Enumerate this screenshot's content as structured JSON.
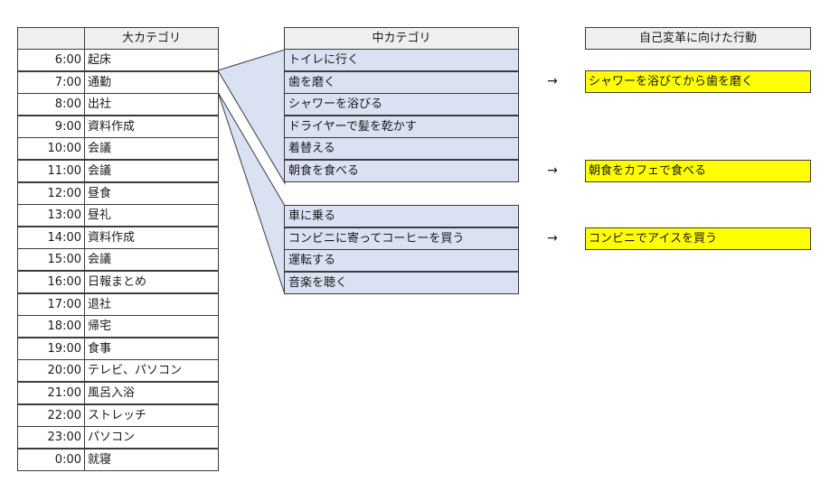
{
  "headers": {
    "major": "大カテゴリ",
    "middle": "中カテゴリ",
    "action": "自己変革に向けた行動"
  },
  "schedule": [
    {
      "time": "6:00",
      "activity": "起床"
    },
    {
      "time": "7:00",
      "activity": "通勤"
    },
    {
      "time": "8:00",
      "activity": "出社"
    },
    {
      "time": "9:00",
      "activity": "資料作成"
    },
    {
      "time": "10:00",
      "activity": "会議"
    },
    {
      "time": "11:00",
      "activity": "会議"
    },
    {
      "time": "12:00",
      "activity": "昼食"
    },
    {
      "time": "13:00",
      "activity": "昼礼"
    },
    {
      "time": "14:00",
      "activity": "資料作成"
    },
    {
      "time": "15:00",
      "activity": "会議"
    },
    {
      "time": "16:00",
      "activity": "日報まとめ"
    },
    {
      "time": "17:00",
      "activity": "退社"
    },
    {
      "time": "18:00",
      "activity": "帰宅"
    },
    {
      "time": "19:00",
      "activity": "食事"
    },
    {
      "time": "20:00",
      "activity": "テレビ、パソコン"
    },
    {
      "time": "21:00",
      "activity": "風呂入浴"
    },
    {
      "time": "22:00",
      "activity": "ストレッチ"
    },
    {
      "time": "23:00",
      "activity": "パソコン"
    },
    {
      "time": "0:00",
      "activity": "就寝"
    }
  ],
  "middle_groups": [
    {
      "items": [
        "トイレに行く",
        "歯を磨く",
        "シャワーを浴びる",
        "ドライヤーで髪を乾かす",
        "着替える",
        "朝食を食べる"
      ]
    },
    {
      "items": [
        "車に乗る",
        "コンビニに寄ってコーヒーを買う",
        "運転する",
        "音楽を聴く"
      ]
    }
  ],
  "arrow_glyph": "→",
  "actions": [
    "シャワーを浴びてから歯を磨く",
    "朝食をカフェで食べる",
    "コンビニでアイスを買う"
  ],
  "colors": {
    "middle_fill": "#d9e1f2",
    "action_fill": "#ffff00",
    "header_fill": "#efefef",
    "border": "#3c3c3c"
  }
}
